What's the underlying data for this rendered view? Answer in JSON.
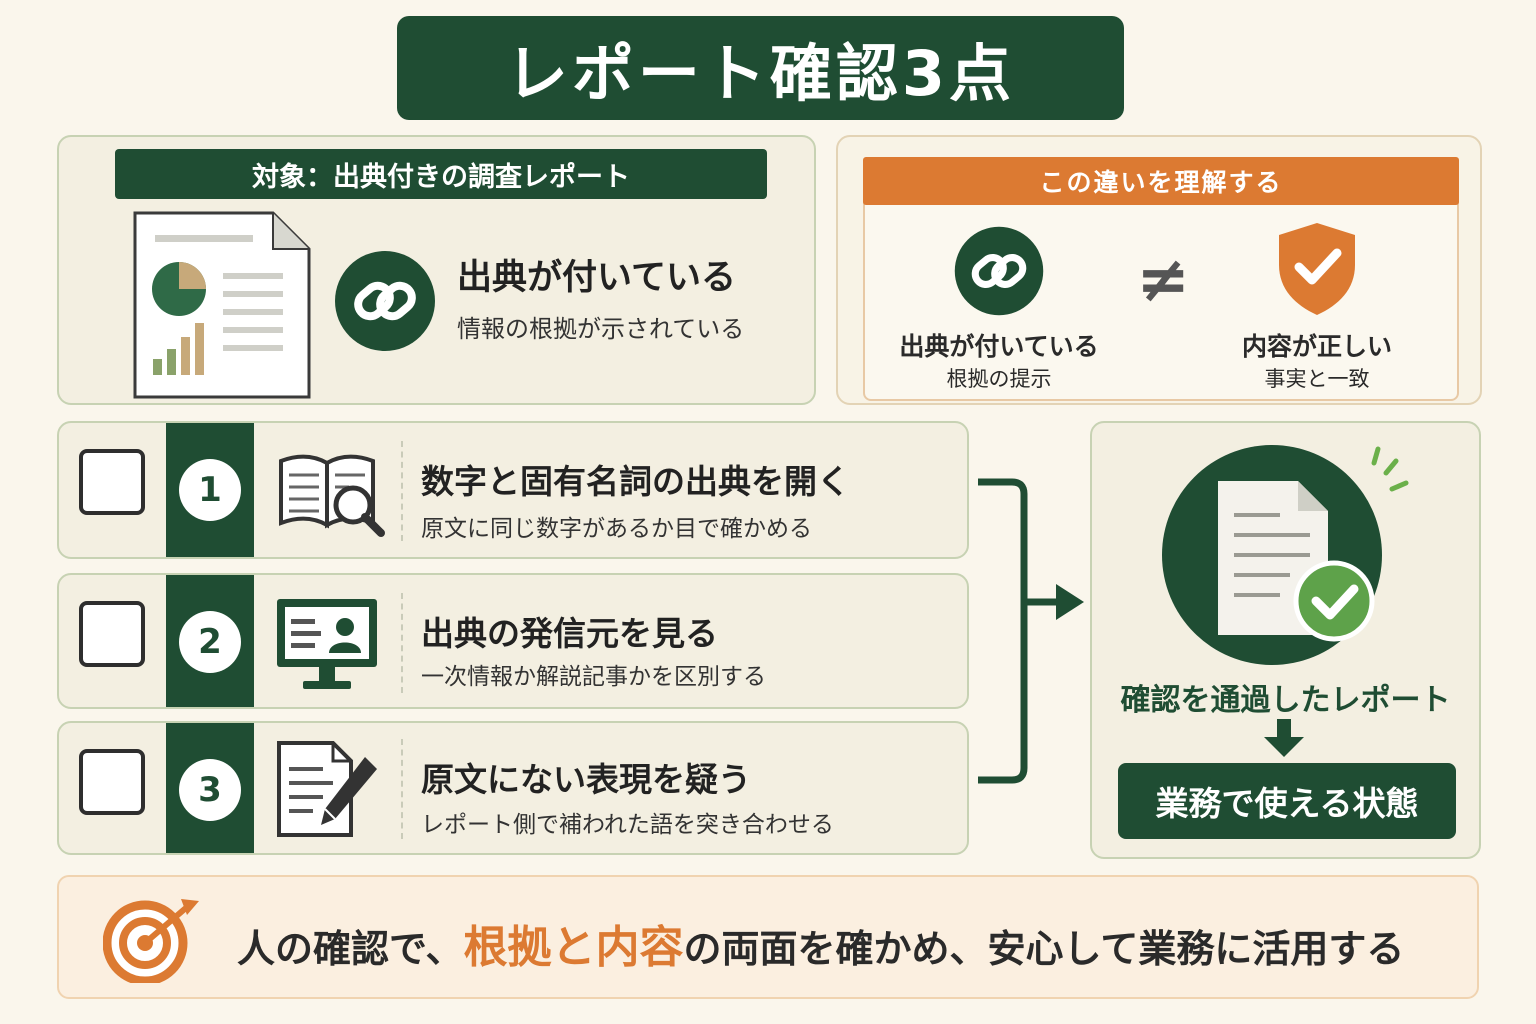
{
  "title": "レポート確認3点",
  "target": {
    "label": "対象：出典付きの調査レポート",
    "heading": "出典が付いている",
    "description": "情報の根拠が示されている"
  },
  "difference": {
    "label": "この違いを理解する",
    "left": {
      "title": "出典が付いている",
      "subtitle": "根拠の提示"
    },
    "not_equal": "≠",
    "right": {
      "title": "内容が正しい",
      "subtitle": "事実と一致"
    }
  },
  "steps": [
    {
      "number": "1",
      "title": "数字と固有名詞の出典を開く",
      "desc": "原文に同じ数字があるか目で確かめる"
    },
    {
      "number": "2",
      "title": "出典の発信元を見る",
      "desc": "一次情報か解説記事かを区別する"
    },
    {
      "number": "3",
      "title": "原文にない表現を疑う",
      "desc": "レポート側で補われた語を突き合わせる"
    }
  ],
  "result": {
    "caption": "確認を通過したレポート",
    "status": "業務で使える状態"
  },
  "footer": {
    "before": "人の確認で、",
    "highlight": "根拠と内容",
    "after": "の両面を確かめ、安心して業務に活用する"
  },
  "colors": {
    "primary_green": "#1f4d33",
    "accent_orange": "#dc7a32",
    "check_green": "#5ea24a",
    "background": "#faf6ec"
  },
  "icons": [
    "document-chart-icon",
    "link-icon",
    "shield-check-icon",
    "open-book-magnifier-icon",
    "monitor-person-icon",
    "document-pen-icon",
    "document-check-icon",
    "target-arrow-icon",
    "arrow-right-icon",
    "arrow-down-icon"
  ]
}
